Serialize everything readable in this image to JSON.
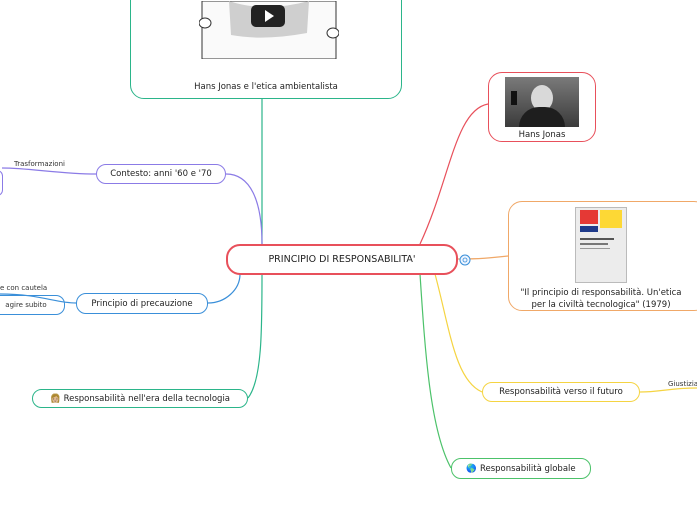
{
  "central": {
    "label": "PRINCIPIO DI RESPONSABILITA'"
  },
  "video_card": {
    "caption": "Hans Jonas e l'etica ambientalista"
  },
  "image_card": {
    "caption": "Hans Jonas"
  },
  "book_card": {
    "caption_line1": "\"Il principio di responsabilità. Un'etica",
    "caption_line2": "per la civiltà tecnologica\" (1979)"
  },
  "branches": {
    "context": {
      "label": "Contesto: anni '60 e '70",
      "child": "Trasformazioni"
    },
    "precaution": {
      "label": "Principio di precauzione",
      "child1": "e con cautela",
      "child2": "agire subito"
    },
    "technology": {
      "label": "Responsabilità nell'era della tecnologia",
      "emoji": "👩🏼"
    },
    "future": {
      "label": "Responsabilità verso il futuro",
      "child": "Giustizia"
    },
    "global": {
      "label": "Responsabilità globale",
      "emoji": "🌎"
    }
  },
  "colors": {
    "central_border": "#e8505b",
    "teal": "#2bb58a",
    "purple": "#8b7be6",
    "blue": "#3a8fd9",
    "red": "#e8505b",
    "orange": "#f0a868",
    "yellow": "#f5d442",
    "green": "#4cc26a"
  }
}
